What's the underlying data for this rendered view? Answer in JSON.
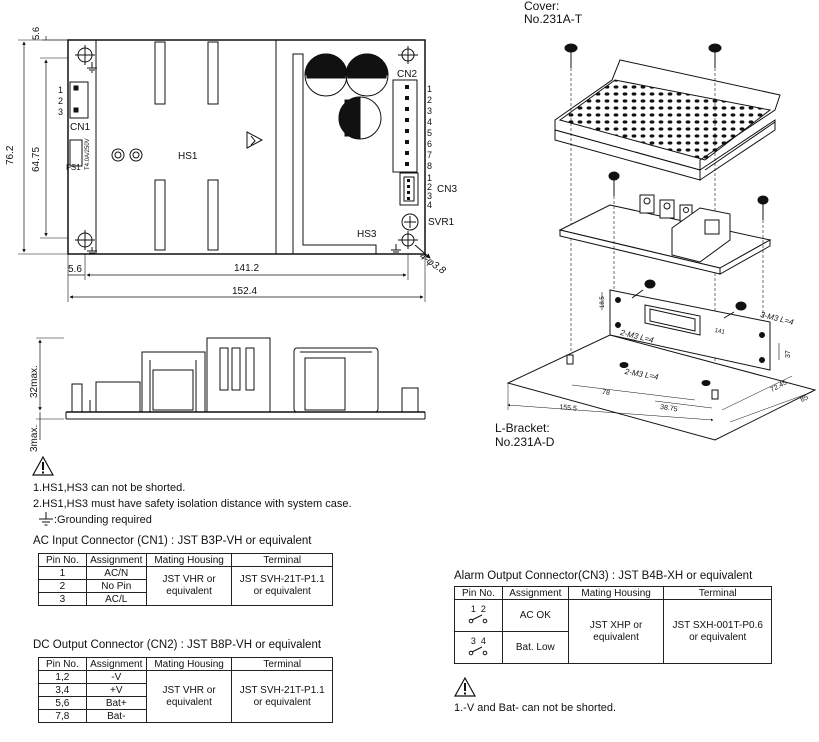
{
  "drawing": {
    "dims": {
      "d_5_6_top": "5.6",
      "d_76_2": "76.2",
      "d_64_75": "64.75",
      "d_5_6_bottom": "5.6",
      "d_141_2": "141.2",
      "d_152_4": "152.4",
      "d_32max": "32max.",
      "d_3max": "3max."
    },
    "labels": {
      "hs1": "HS1",
      "hs3": "HS3",
      "cn1": "CN1",
      "fs1": "FS1",
      "fs1_rating": "T4.0A/250V",
      "cn2": "CN2",
      "cn3": "CN3",
      "svr1": "SVR1",
      "holes": "4-φ3.8",
      "cn1_pins": [
        "1",
        "2",
        "3"
      ],
      "cn2_pins": [
        "1",
        "2",
        "3",
        "4",
        "5",
        "6",
        "7",
        "8"
      ],
      "cn3_pins": [
        "1",
        "2",
        "3",
        "4"
      ]
    }
  },
  "exploded": {
    "cover_title": "Cover:",
    "cover_part": "No.231A-T",
    "bracket_title": "L-Bracket:",
    "bracket_part": "No.231A-D",
    "dims": {
      "d_18_5": "18.5",
      "d_141": "141",
      "d_37": "37",
      "d_78": "78",
      "d_38_75": "38.75",
      "d_72_45": "72.45",
      "d_85": "85",
      "d_155_5": "155.5",
      "screw_right": "3-M3 L=4",
      "screw_mid": "2-M3 L=4",
      "screw_bottom": "2-M3 L=4"
    }
  },
  "notes": {
    "n1": "1.HS1,HS3 can not be shorted.",
    "n2": "2.HS1,HS3 must have safety isolation distance with system case.",
    "ground": ":Grounding required"
  },
  "cn1_table": {
    "title": "AC Input Connector (CN1) : JST B3P-VH or equivalent",
    "headers": [
      "Pin No.",
      "Assignment",
      "Mating Housing",
      "Terminal"
    ],
    "rows": [
      [
        "1",
        "AC/N"
      ],
      [
        "2",
        "No Pin"
      ],
      [
        "3",
        "AC/L"
      ]
    ],
    "housing": "JST VHR or equivalent",
    "terminal": "JST SVH-21T-P1.1 or equivalent"
  },
  "cn2_table": {
    "title": "DC Output Connector (CN2) : JST B8P-VH or equivalent",
    "headers": [
      "Pin No.",
      "Assignment",
      "Mating Housing",
      "Terminal"
    ],
    "rows": [
      [
        "1,2",
        "-V"
      ],
      [
        "3,4",
        "+V"
      ],
      [
        "5,6",
        "Bat+"
      ],
      [
        "7,8",
        "Bat-"
      ]
    ],
    "housing": "JST VHR or equivalent",
    "terminal": "JST SVH-21T-P1.1 or equivalent"
  },
  "cn3_table": {
    "title": "Alarm Output Connector(CN3) : JST B4B-XH or equivalent",
    "headers": [
      "Pin No.",
      "Assignment",
      "Mating Housing",
      "Terminal"
    ],
    "rows": [
      [
        "1  2",
        "AC OK"
      ],
      [
        "3  4",
        "Bat. Low"
      ]
    ],
    "housing": "JST XHP or equivalent",
    "terminal": "JST SXH-001T-P0.6 or equivalent"
  },
  "cn3_note": "1.-V and Bat- can not be shorted."
}
